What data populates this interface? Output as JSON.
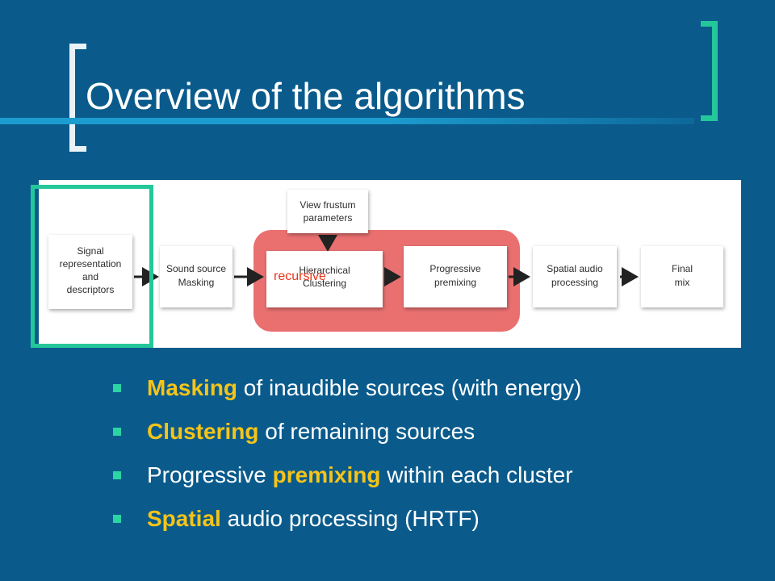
{
  "slide": {
    "title": "Overview of the algorithms"
  },
  "diagram": {
    "nodes": [
      {
        "id": "signal",
        "lines": [
          "Signal",
          "representation",
          "and",
          "descriptors"
        ]
      },
      {
        "id": "masking",
        "lines": [
          "Sound source",
          "Masking"
        ]
      },
      {
        "id": "frustum",
        "lines": [
          "View frustum",
          "parameters"
        ]
      },
      {
        "id": "clustering",
        "lines": [
          "Hierarchical",
          "Clustering"
        ]
      },
      {
        "id": "premixing",
        "lines": [
          "Progressive",
          "premixing"
        ]
      },
      {
        "id": "spatial",
        "lines": [
          "Spatial audio",
          "processing"
        ]
      },
      {
        "id": "final",
        "lines": [
          "Final",
          "mix"
        ]
      }
    ],
    "recursive_label": "recursive"
  },
  "bullets": [
    {
      "pre": "",
      "highlight": "Masking",
      "post": " of inaudible sources (with energy)"
    },
    {
      "pre": "",
      "highlight": "Clustering",
      "post": " of remaining sources"
    },
    {
      "pre": "Progressive ",
      "highlight": "premixing",
      "post": " within each cluster"
    },
    {
      "pre": "",
      "highlight": "Spatial",
      "post": " audio processing (HRTF)"
    }
  ],
  "colors": {
    "background": "#0a5b8c",
    "accent_green": "#24c79a",
    "highlight_yellow": "#f5c419",
    "recursive_red": "#e8361c",
    "group_fill": "#ea7070"
  }
}
